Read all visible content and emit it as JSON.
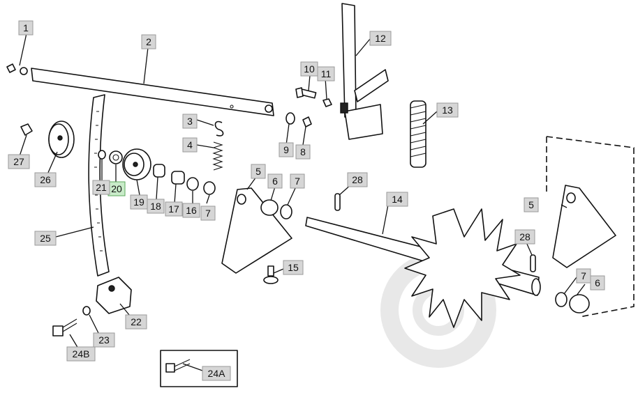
{
  "labels": [
    {
      "id": "1",
      "text": "1",
      "hl": false
    },
    {
      "id": "2",
      "text": "2",
      "hl": false
    },
    {
      "id": "3",
      "text": "3",
      "hl": false
    },
    {
      "id": "4",
      "text": "4",
      "hl": false
    },
    {
      "id": "5a",
      "text": "5",
      "hl": false
    },
    {
      "id": "5b",
      "text": "5",
      "hl": false
    },
    {
      "id": "6a",
      "text": "6",
      "hl": false
    },
    {
      "id": "6b",
      "text": "6",
      "hl": false
    },
    {
      "id": "7a",
      "text": "7",
      "hl": false
    },
    {
      "id": "7b",
      "text": "7",
      "hl": false
    },
    {
      "id": "7c",
      "text": "7",
      "hl": false
    },
    {
      "id": "8",
      "text": "8",
      "hl": false
    },
    {
      "id": "9",
      "text": "9",
      "hl": false
    },
    {
      "id": "10",
      "text": "10",
      "hl": false
    },
    {
      "id": "11",
      "text": "11",
      "hl": false
    },
    {
      "id": "12",
      "text": "12",
      "hl": false
    },
    {
      "id": "13",
      "text": "13",
      "hl": false
    },
    {
      "id": "14",
      "text": "14",
      "hl": false
    },
    {
      "id": "15",
      "text": "15",
      "hl": false
    },
    {
      "id": "16",
      "text": "16",
      "hl": false
    },
    {
      "id": "17",
      "text": "17",
      "hl": false
    },
    {
      "id": "18",
      "text": "18",
      "hl": false
    },
    {
      "id": "19",
      "text": "19",
      "hl": false
    },
    {
      "id": "20",
      "text": "20",
      "hl": true
    },
    {
      "id": "21",
      "text": "21",
      "hl": false
    },
    {
      "id": "22",
      "text": "22",
      "hl": false
    },
    {
      "id": "23",
      "text": "23",
      "hl": false
    },
    {
      "id": "24A",
      "text": "24A",
      "hl": false
    },
    {
      "id": "24B",
      "text": "24B",
      "hl": false
    },
    {
      "id": "25",
      "text": "25",
      "hl": false
    },
    {
      "id": "26",
      "text": "26",
      "hl": false
    },
    {
      "id": "27",
      "text": "27",
      "hl": false
    },
    {
      "id": "28a",
      "text": "28",
      "hl": false
    },
    {
      "id": "28b",
      "text": "28",
      "hl": false
    }
  ],
  "colors": {
    "label_fill": "#d6d6d6",
    "highlight_fill": "#c9ebc9",
    "line": "#111111"
  }
}
